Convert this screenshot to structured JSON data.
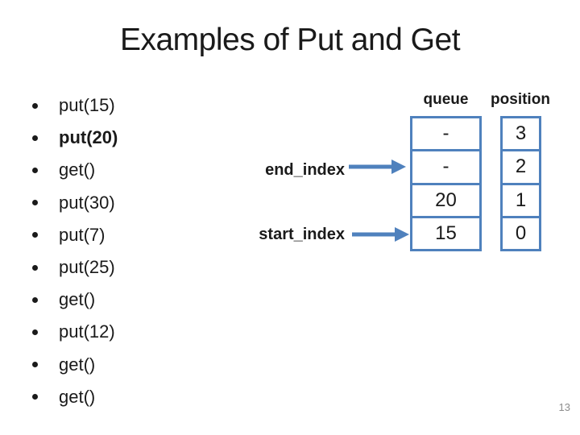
{
  "slide": {
    "title": "Examples of Put and Get",
    "page_number": "13"
  },
  "bullets": [
    {
      "label": "put(15)",
      "bold": false
    },
    {
      "label": "put(20)",
      "bold": true
    },
    {
      "label": "get()",
      "bold": false
    },
    {
      "label": "put(30)",
      "bold": false
    },
    {
      "label": "put(7)",
      "bold": false
    },
    {
      "label": "put(25)",
      "bold": false
    },
    {
      "label": "get()",
      "bold": false
    },
    {
      "label": "put(12)",
      "bold": false
    },
    {
      "label": "get()",
      "bold": false
    },
    {
      "label": "get()",
      "bold": false
    }
  ],
  "diagram": {
    "queue_header": "queue",
    "position_header": "position",
    "end_index_label": "end_index",
    "start_index_label": "start_index",
    "queue_cells": [
      "-",
      "-",
      "20",
      "15"
    ],
    "position_cells": [
      "3",
      "2",
      "1",
      "0"
    ]
  },
  "colors": {
    "accent": "#4F81BD",
    "text": "#1A1A1A",
    "muted": "#8C8C8C"
  }
}
